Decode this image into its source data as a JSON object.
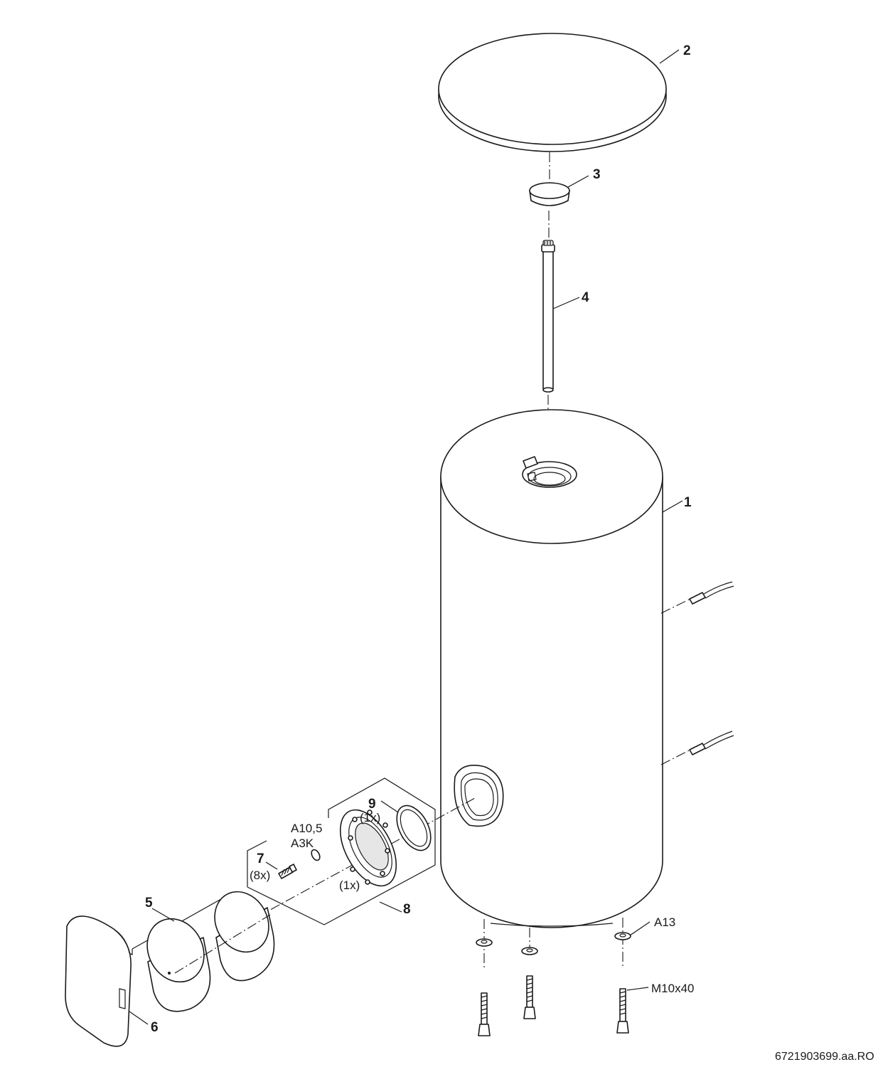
{
  "labels": {
    "tank": "1",
    "lid": "2",
    "cap": "3",
    "anode": "4",
    "insulation": "5",
    "cover": "6",
    "bolt": "7",
    "flange_kit": "8",
    "gasket": "9"
  },
  "annotations": {
    "bolt_qty": "(8x)",
    "gasket_qty": "(1x)",
    "flange_qty": "(1x)",
    "washer_code_1": "A10,5",
    "washer_code_2": "A3K",
    "foot_washer": "A13",
    "foot_bolt": "M10x40"
  },
  "footer": {
    "doc_code": "6721903699.aa.RO"
  }
}
